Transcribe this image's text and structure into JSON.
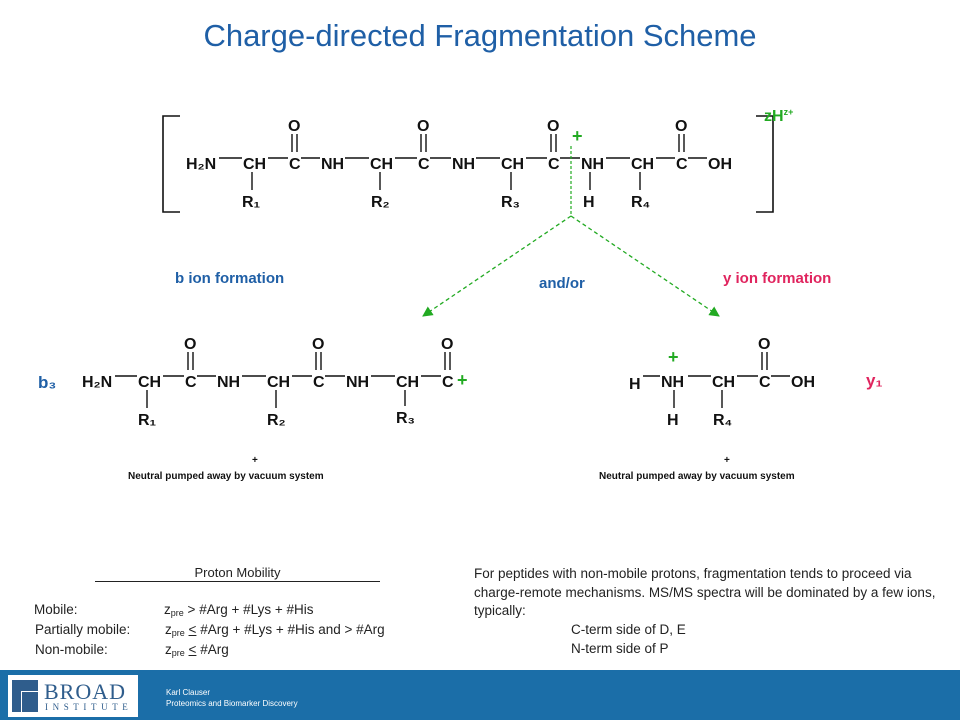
{
  "title": "Charge-directed Fragmentation Scheme",
  "colors": {
    "title": "#1f5fa6",
    "b_ion": "#1f5fa6",
    "y_ion": "#e0245e",
    "green": "#22aa22",
    "footer": "#1b6ea8"
  },
  "precursor": {
    "h2n": "H₂N",
    "ch": "CH",
    "c": "C",
    "nh": "NH",
    "oh": "OH",
    "o": "O",
    "h": "H",
    "r1": "R₁",
    "r2": "R₂",
    "r3": "R₃",
    "r4": "R₄",
    "charge": "zH",
    "charge_sup": "z+",
    "plus": "+"
  },
  "arrows": {
    "b_label": "b ion formation",
    "y_label": "y ion formation",
    "andor": "and/or"
  },
  "b_ion": {
    "label": "b₃",
    "neutral_plus": "+",
    "neutral": "Neutral pumped away by vacuum system"
  },
  "y_ion": {
    "label": "y₁",
    "neutral_plus": "+",
    "neutral": "Neutral pumped away by vacuum system"
  },
  "proton_mobility": {
    "title": "Proton Mobility",
    "rows": [
      {
        "name": "Mobile:",
        "z": "z",
        "zsub": "pre",
        "rel": ">",
        "rest": "#Arg + #Lys + #His"
      },
      {
        "name": "Partially mobile:",
        "z": "z",
        "zsub": "pre",
        "rel": "<",
        "rest": "#Arg + #Lys + #His and > #Arg"
      },
      {
        "name": "Non-mobile:",
        "z": "z",
        "zsub": "pre",
        "rel": "<",
        "rest": "#Arg"
      }
    ]
  },
  "note": {
    "text": "For peptides with non-mobile protons, fragmentation tends to proceed via charge-remote mechanisms. MS/MS spectra will be dominated by a few ions, typically:",
    "ex1": "C-term side of D, E",
    "ex2": "N-term side of P"
  },
  "footer": {
    "logo_main": "BROAD",
    "logo_sub": "INSTITUTE",
    "author": "Karl Clauser",
    "dept": "Proteomics and Biomarker Discovery"
  }
}
